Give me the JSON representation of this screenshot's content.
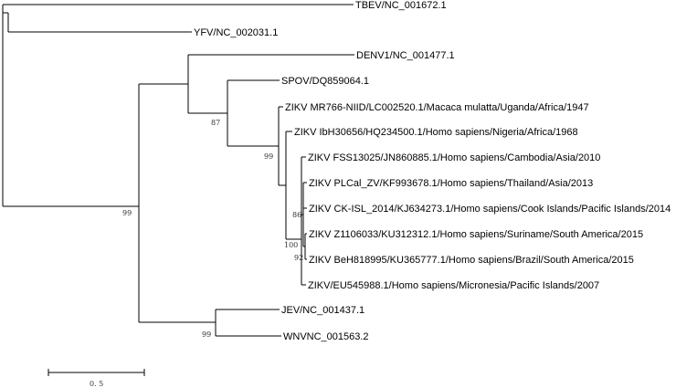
{
  "tree": {
    "leaves": [
      "TBEV/NC_001672.1",
      "YFV/NC_002031.1",
      "DENV1/NC_001477.1",
      "SPOV/DQ859064.1",
      "ZIKV MR766-NIID/LC002520.1/Macaca mulatta/Uganda/Africa/1947",
      "ZIKV IbH30656/HQ234500.1/Homo sapiens/Nigeria/Africa/1968",
      "ZIKV FSS13025/JN860885.1/Homo sapiens/Cambodia/Asia/2010",
      "ZIKV PLCal_ZV/KF993678.1/Homo sapiens/Thailand/Asia/2013",
      "ZIKV CK-ISL_2014/KJ634273.1/Homo sapiens/Cook Islands/Pacific Islands/2014",
      "ZIKV Z1106033/KU312312.1/Homo sapiens/Suriname/South America/2015",
      "ZIKV BeH818995/KU365777.1/Homo sapiens/Brazil/South America/2015",
      "ZIKV/EU545988.1/Homo sapiens/Micronesia/Pacific Islands/2007",
      "JEV/NC_001437.1",
      "WNVNC_001563.2"
    ],
    "bootstrap": {
      "root_split": "99",
      "spov_zikv": "87",
      "zikv_clade": "99",
      "asian_lineage": "100",
      "cook_islands_group": "86",
      "americas_group": "92",
      "jev_wnv": "99"
    }
  },
  "scale_bar": {
    "label": "0. 5"
  }
}
